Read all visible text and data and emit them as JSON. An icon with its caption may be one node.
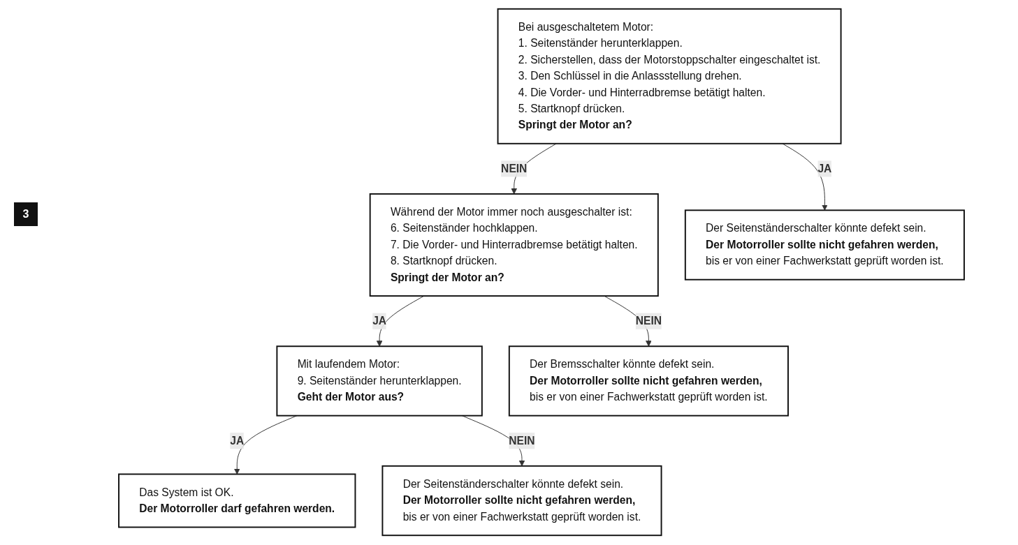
{
  "diagram": {
    "nodes": [
      {
        "text": [
          "Bei ausgeschaltetem Motor:",
          "1. Seitenständer herunterklappen.",
          "2. Sicherstellen, dass der Motorstoppschalter eingeschaltet ist.",
          "3. Den Schlüssel in die Anlassstellung drehen.",
          "4. Die Vorder- und Hinterradbremse betätigt halten.",
          "5. Startknopf drücken.",
          "Springt der Motor an?"
        ]
      },
      {
        "text": [
          "Während der Motor immer noch ausgeschalter ist:",
          "6. Seitenständer hochklappen.",
          "7. Die Vorder- und Hinterradbremse betätigt halten.",
          "8. Startknopf drücken.",
          "Springt der Motor an?"
        ]
      },
      {
        "text": [
          "Mit laufendem Motor:",
          "9. Seitenständer herunterklappen.",
          "Geht der Motor aus?"
        ]
      },
      {
        "text": [
          "Das System ist OK.",
          "Der Motorroller darf gefahren werden."
        ]
      },
      {
        "text": [
          "Der Seitenständerschalter könnte defekt sein.",
          "Der Motorroller sollte nicht gefahren werden,",
          "bis er von einer Fachwerkstatt geprüft worden ist."
        ]
      },
      {
        "text": [
          "Der Bremsschalter könnte defekt sein.",
          "Der Motorroller sollte nicht gefahren werden,",
          "bis er von einer Fachwerkstatt geprüft worden ist."
        ]
      },
      {
        "text": [
          "Der Seitenständerschalter könnte defekt sein.",
          "Der Motorroller sollte nicht gefahren werden,",
          "bis er von einer Fachwerkstatt geprüft worden ist."
        ]
      }
    ],
    "edges": [
      {
        "from": 0,
        "to": 1,
        "arrow": "to",
        "label": "NEIN"
      },
      {
        "from": 0,
        "to": 4,
        "arrow": "to",
        "label": "JA"
      },
      {
        "from": 1,
        "to": 2,
        "arrow": "to",
        "label": "JA"
      },
      {
        "from": 1,
        "to": 5,
        "arrow": "to",
        "label": "NEIN"
      },
      {
        "from": 2,
        "to": 3,
        "arrow": "to",
        "label": "JA"
      },
      {
        "from": 2,
        "to": 6,
        "arrow": "to",
        "label": "NEIN"
      }
    ],
    "labels": [
      "3"
    ]
  }
}
